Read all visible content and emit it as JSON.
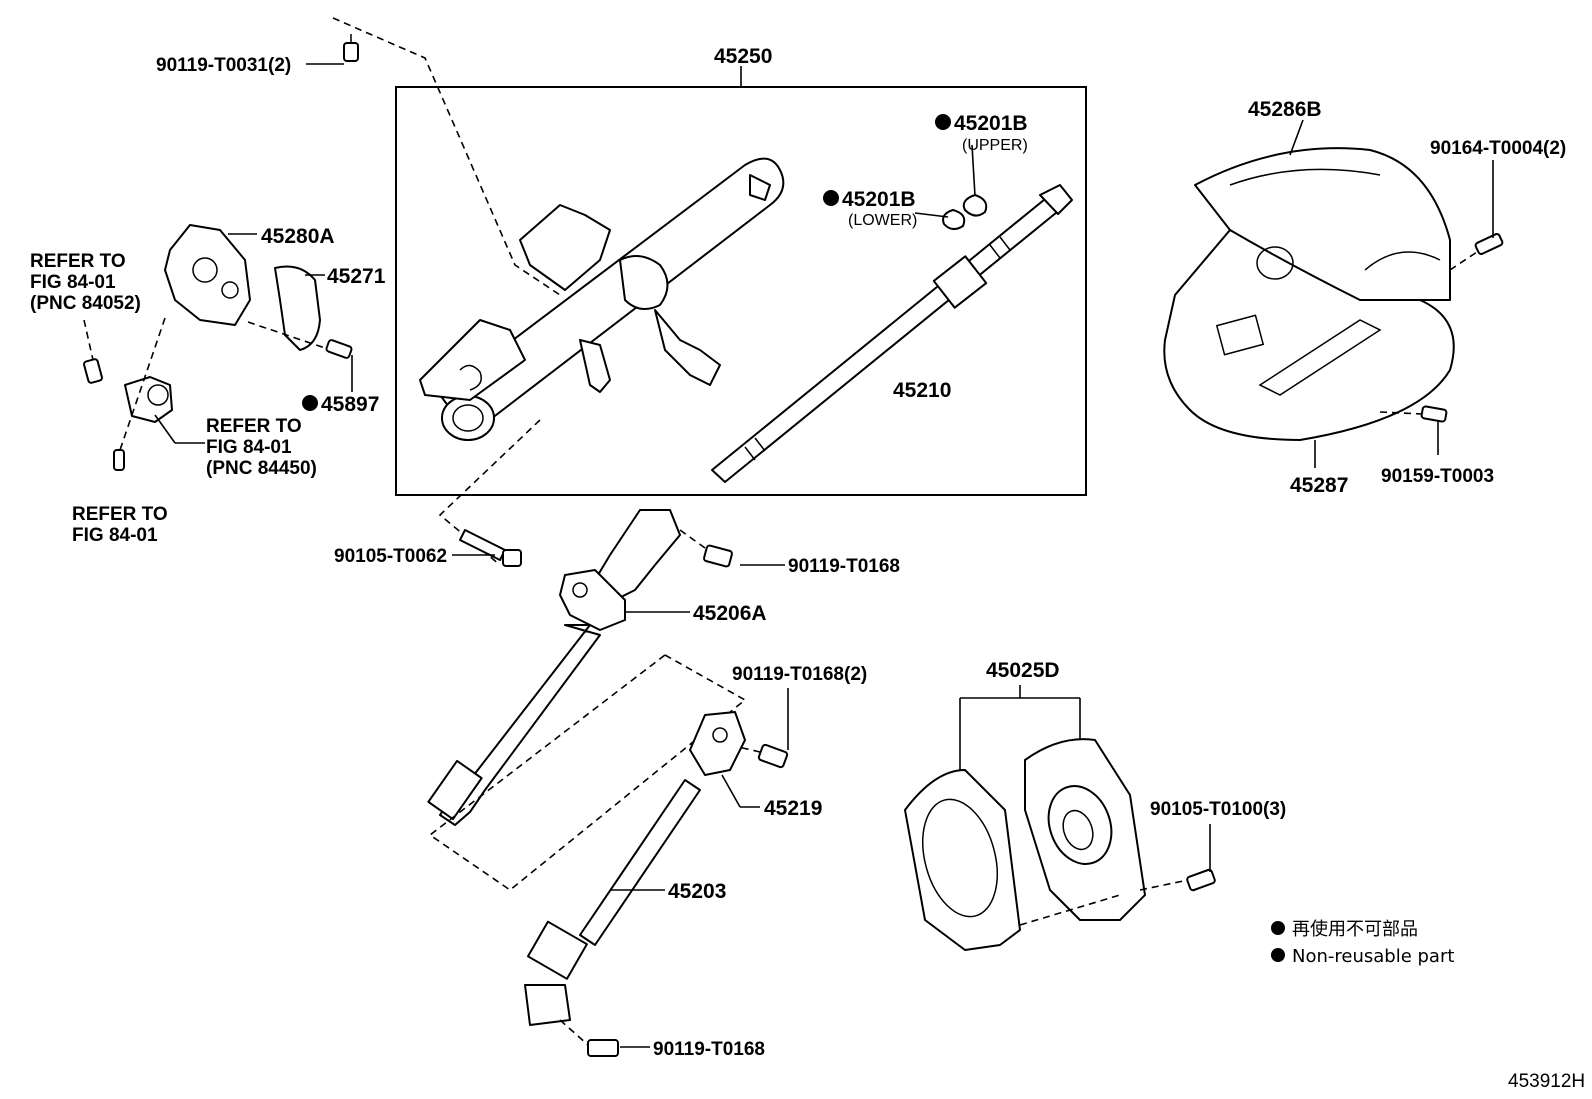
{
  "labels": {
    "p_90119_T0031": "90119-T0031(2)",
    "p_45250": "45250",
    "p_45286B": "45286B",
    "p_90164_T0004": "90164-T0004(2)",
    "p_45201B_upper": "45201B",
    "upper": "(UPPER)",
    "p_45201B_lower": "45201B",
    "lower": "(LOWER)",
    "p_45280A": "45280A",
    "p_45271": "45271",
    "p_45897": "45897",
    "p_45210": "45210",
    "p_45287": "45287",
    "p_90159_T0003": "90159-T0003",
    "p_90105_T0062": "90105-T0062",
    "p_90119_T0168_a": "90119-T0168",
    "p_45206A": "45206A",
    "p_90119_T0168_2": "90119-T0168(2)",
    "p_45025D": "45025D",
    "p_45219": "45219",
    "p_90105_T0100": "90105-T0100(3)",
    "p_45203": "45203",
    "p_90119_T0168_b": "90119-T0168",
    "diagram_id": "453912H"
  },
  "refs": {
    "r1_l1": "REFER TO",
    "r1_l2": "FIG 84-01",
    "r1_l3": "(PNC 84052)",
    "r2_l1": "REFER TO",
    "r2_l2": "FIG 84-01",
    "r2_l3": "(PNC 84450)",
    "r3_l1": "REFER TO",
    "r3_l2": "FIG 84-01"
  },
  "legend": {
    "jp": "再使用不可部品",
    "en": "Non-reusable part"
  },
  "colors": {
    "ink": "#000000",
    "paper": "#ffffff"
  }
}
